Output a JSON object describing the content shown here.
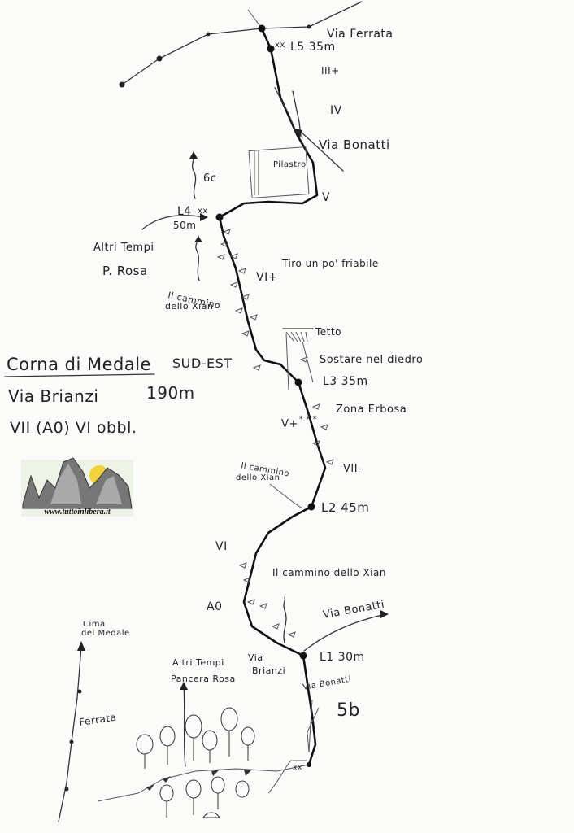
{
  "title": "Corna di Medale",
  "aspect": "SUD-EST",
  "route_name": "Via Brianzi",
  "route_length": "190m",
  "grade": "VII (A0) VI obbl.",
  "logo_text": "www.tuttoinlibera.it",
  "belays": [
    {
      "id": "L5",
      "label": "L5 35m"
    },
    {
      "id": "L4",
      "label": "L4",
      "length": "50m"
    },
    {
      "id": "L3",
      "label": "L3 35m"
    },
    {
      "id": "L2",
      "label": "L2 45m"
    },
    {
      "id": "L1",
      "label": "L1 30m"
    }
  ],
  "grades": [
    "III+",
    "IV",
    "V",
    "VI+",
    "V+",
    "VII-",
    "VI",
    "A0",
    "5b"
  ],
  "labels": {
    "via_ferrata": "Via Ferrata",
    "via_bonatti_top": "Via Bonatti",
    "pilastro": "Pilastro",
    "sixc": "6c",
    "altri_tempi_top_1": "Altri Tempi",
    "altri_tempi_top_2": "P. Rosa",
    "il_cammino_top_1": "Il cammino",
    "il_cammino_top_2": "dello Xian",
    "tiro_friabile": "Tiro un po' friabile",
    "tetto": "Tetto",
    "sostare": "Sostare nel diedro",
    "zona_erbosa": "Zona Erbosa",
    "il_cammino_mid_1": "Il cammino",
    "il_cammino_mid_2": "dello Xian",
    "il_cammino_low": "Il cammino dello Xian",
    "via_bonatti_right": "Via Bonatti",
    "via_bonatti_low": "Via Bonatti",
    "via_brianzi_1": "Via",
    "via_brianzi_2": "Brianzi",
    "altri_tempi_low_1": "Altri Tempi",
    "altri_tempi_low_2": "Pancera Rosa",
    "cima_1": "Cima",
    "cima_2": "del Medale",
    "ferrata": "Ferrata"
  }
}
